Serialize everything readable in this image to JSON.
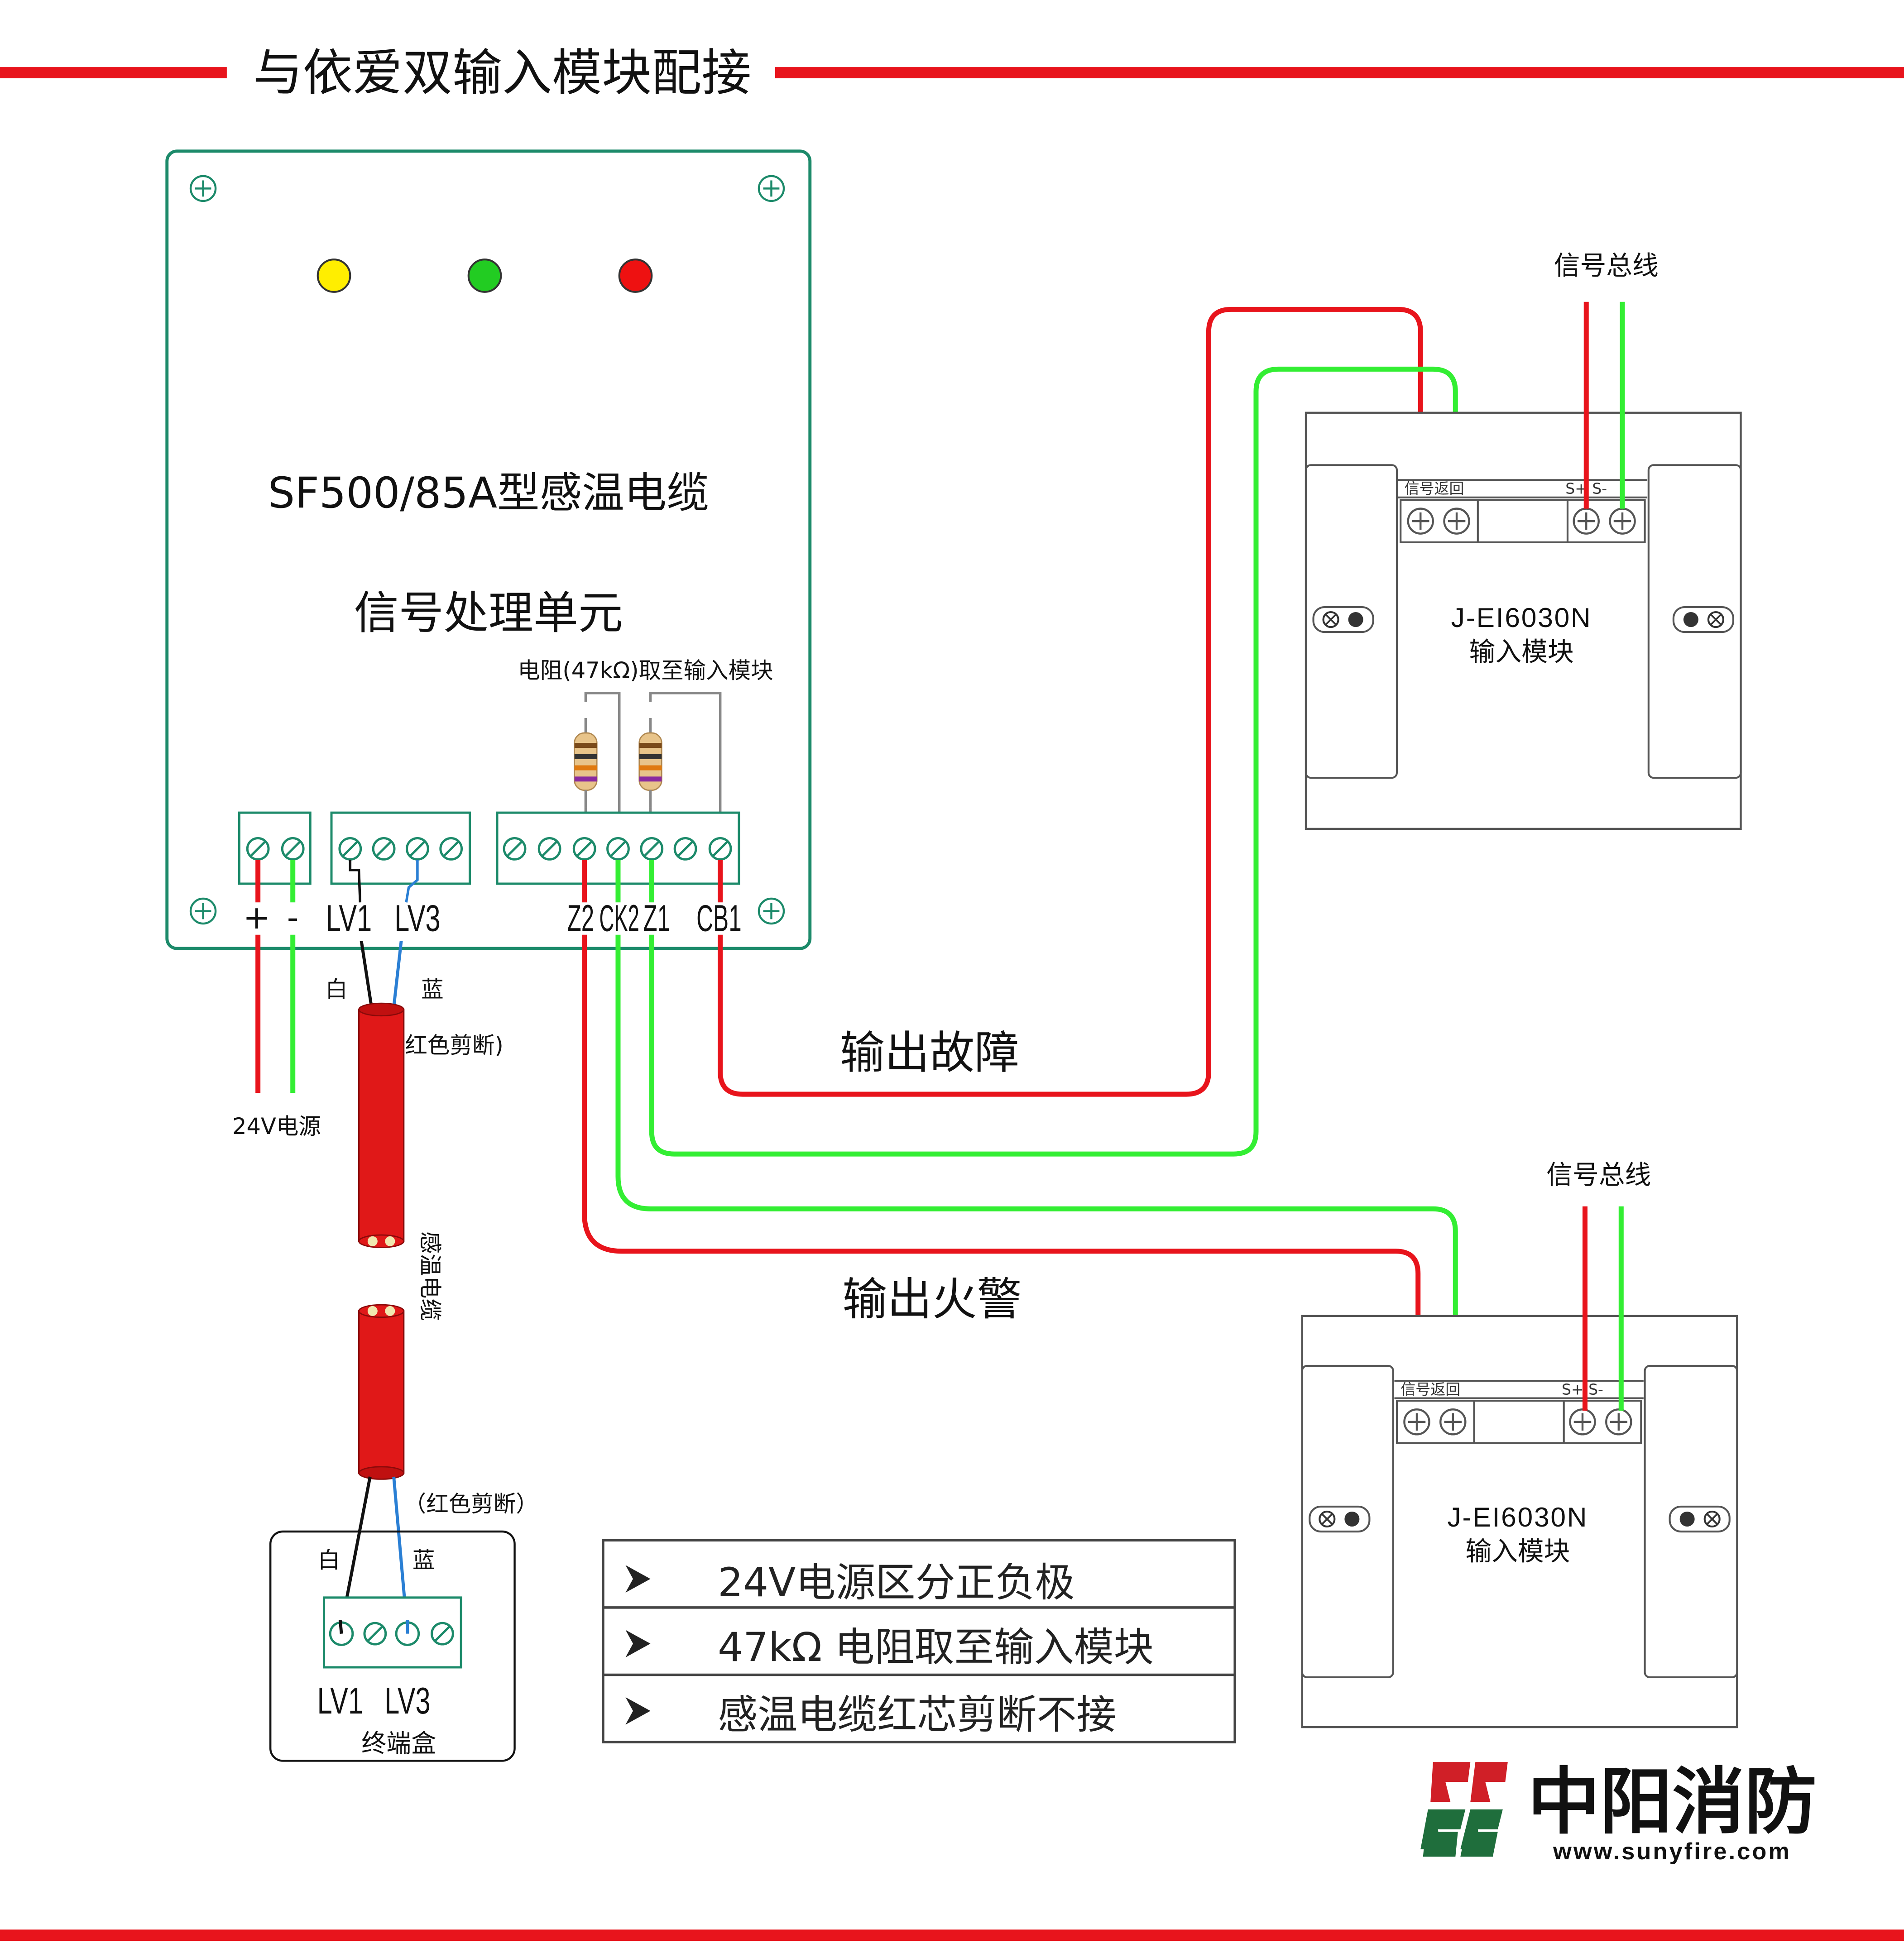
{
  "title": "与依爱双输入模块配接",
  "unit": {
    "model": "SF500/85A型感温电缆",
    "name": "信号处理单元",
    "resistor_note": "电阻(47kΩ)取至输入模块",
    "terminals_power": [
      "+",
      "-"
    ],
    "terminals_lv": [
      "LV1",
      "LV3"
    ],
    "terminals_out": [
      "Z2",
      "CK2",
      "Z1",
      "CB1"
    ]
  },
  "cable": {
    "white": "白",
    "blue": "蓝",
    "cut_red_top": "(红色剪断)",
    "cut_red_bottom": "（红色剪断）",
    "label": "感温电缆",
    "power": "24V电源"
  },
  "end_box": {
    "name": "终端盒",
    "white": "白",
    "blue": "蓝",
    "lv1": "LV1",
    "lv3": "LV3"
  },
  "outputs": {
    "fault": "输出故障",
    "fire": "输出火警"
  },
  "modules": [
    {
      "bus": "信号总线",
      "return": "信号返回",
      "terminals": "S+ S-",
      "model": "J-EI6030N",
      "name": "输入模块"
    },
    {
      "bus": "信号总线",
      "return": "信号返回",
      "terminals": "S+ S-",
      "model": "J-EI6030N",
      "name": "输入模块"
    }
  ],
  "notes": [
    "24V电源区分正负极",
    "47kΩ 电阻取至输入模块",
    "感温电缆红芯剪断不接"
  ],
  "brand": {
    "name": "中阳消防",
    "url": "www.sunyfire.com"
  },
  "colors": {
    "red": "#e8141c",
    "green": "#33ee33",
    "blue": "#2a7fd4",
    "teal": "#1c8a6a",
    "yellow": "#ffee00",
    "cable_red": "#e01818",
    "brand_red": "#d01f27",
    "brand_green": "#1f6e3c"
  }
}
